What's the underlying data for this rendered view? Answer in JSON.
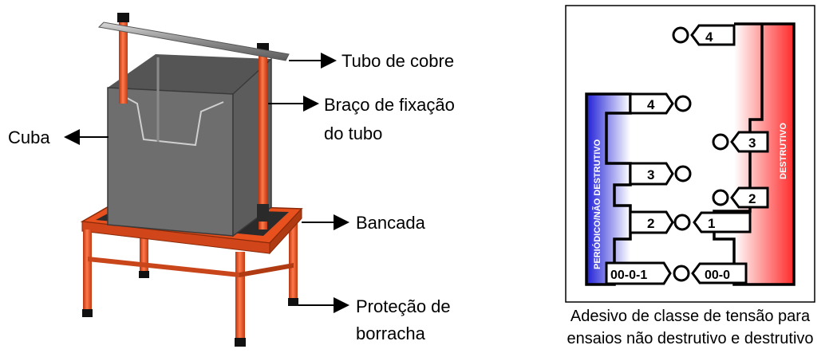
{
  "labels": {
    "tubo_cobre": "Tubo de cobre",
    "braco_line1": "Braço de fixação",
    "braco_line2": "do tubo",
    "cuba": "Cuba",
    "bancada": "Bancada",
    "protecao_line1": "Proteção de",
    "protecao_line2": "borracha"
  },
  "sticker": {
    "left_band": "PERIÓDICO/NÃO DESTRUTIVO",
    "right_band": "DESTRUTIVO",
    "tags": {
      "right_4": "4",
      "left_4": "4",
      "right_3": "3",
      "left_3": "3",
      "right_2": "2",
      "left_2": "2",
      "right_1": "1",
      "left_00": "00-0-1",
      "right_00": "00-0"
    },
    "caption_line1": "Adesivo de classe de tensão para",
    "caption_line2": "ensaios não destrutivo e destrutivo"
  },
  "colors": {
    "frame": "#e8501e",
    "tank": "#6b6b6b",
    "left_gradient": "#2020d8",
    "right_gradient": "#ff2a2a"
  }
}
